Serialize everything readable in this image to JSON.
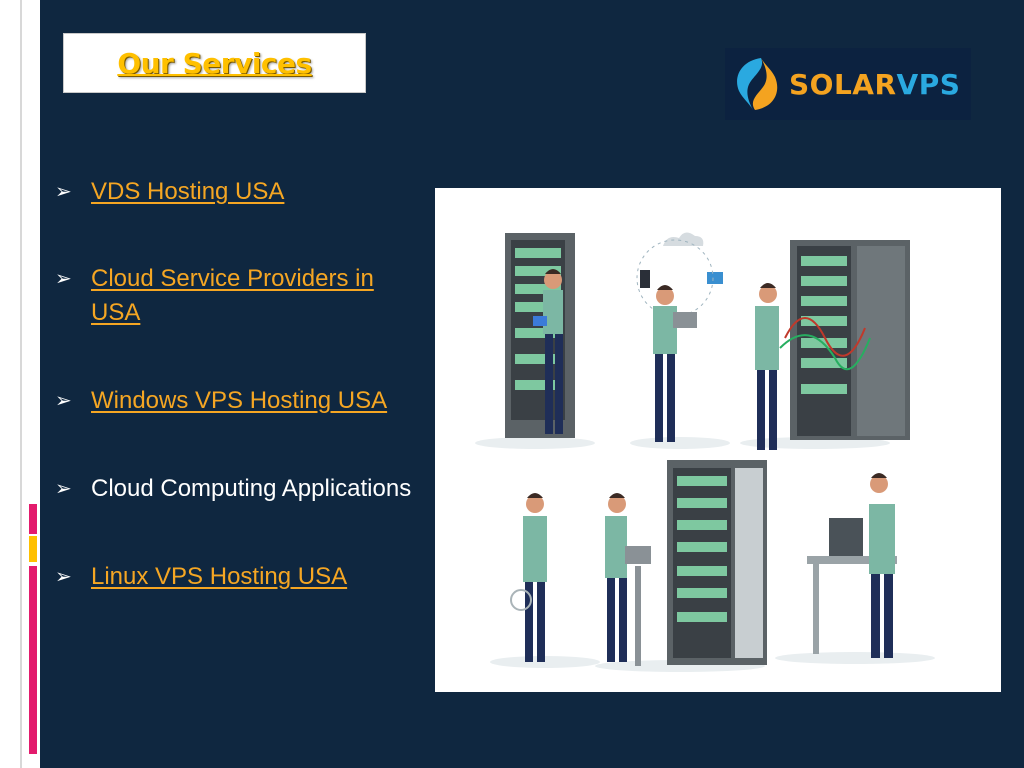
{
  "slide": {
    "title": "Our Services",
    "brand": {
      "part1": "SOLAR",
      "part2": "VPS"
    },
    "colors": {
      "background": "#0f2740",
      "accent": "#f5a623",
      "brand_orange": "#f4a320",
      "brand_blue": "#2aa9e0"
    }
  },
  "services": [
    {
      "label": "VDS Hosting USA",
      "link": true
    },
    {
      "label": "Cloud Service Providers in USA",
      "link": true
    },
    {
      "label": "Windows VPS Hosting USA",
      "link": true
    },
    {
      "label": "Cloud Computing Applications",
      "link": false
    },
    {
      "label": "Linux VPS Hosting USA",
      "link": true
    }
  ],
  "illustration": {
    "icon": "server-room-people-illustration"
  }
}
